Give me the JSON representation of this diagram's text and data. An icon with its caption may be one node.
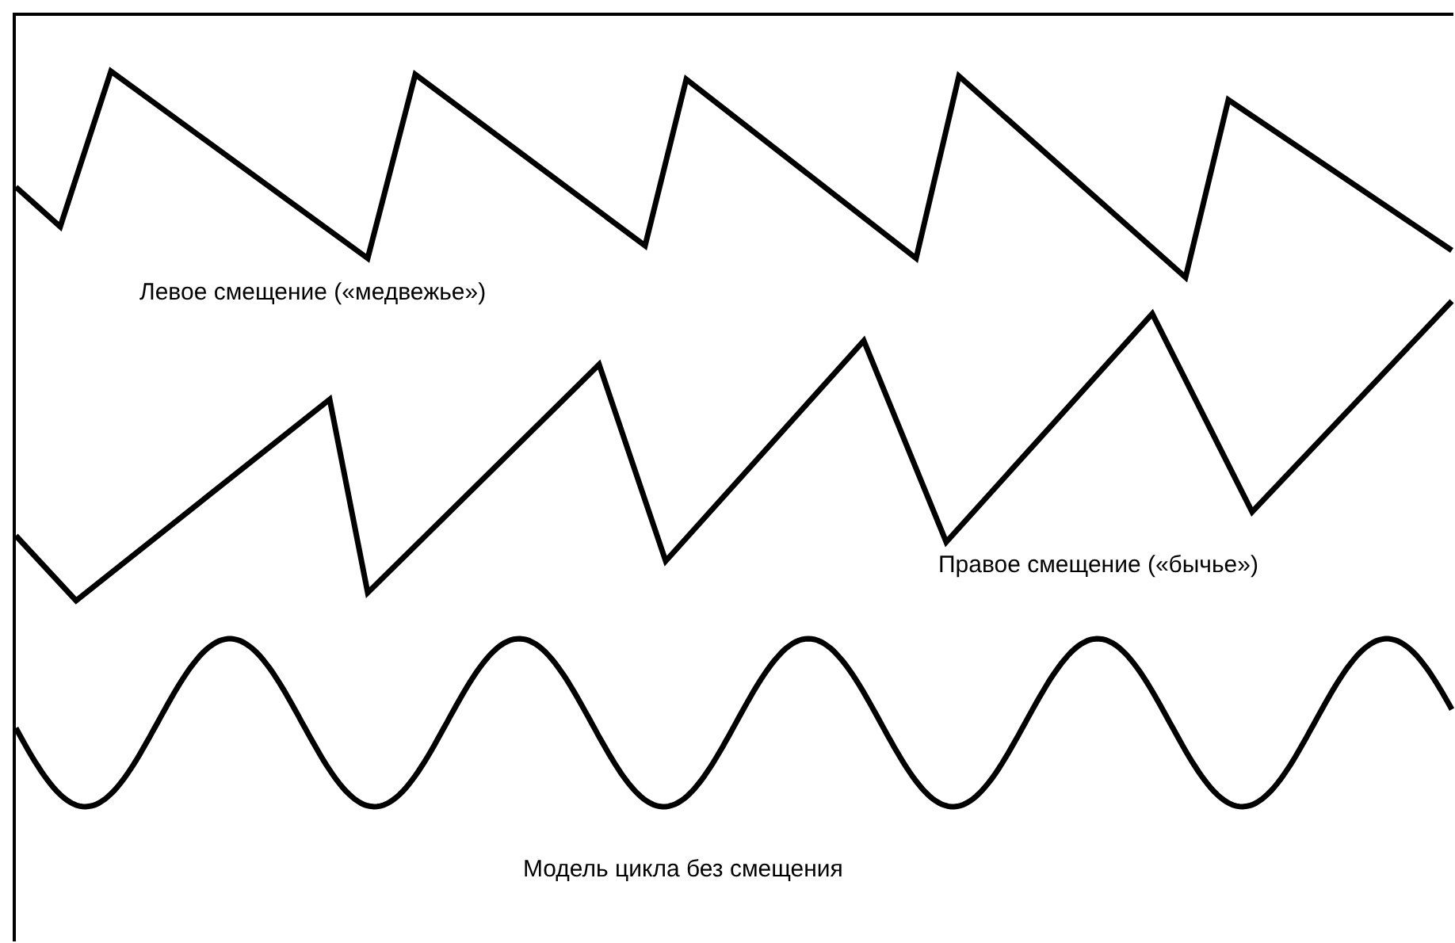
{
  "diagram": {
    "labels": [
      "Левое смещение («медвежье»)",
      "Правое смещение («бычье»)",
      "Модель цикла без смещения"
    ]
  }
}
